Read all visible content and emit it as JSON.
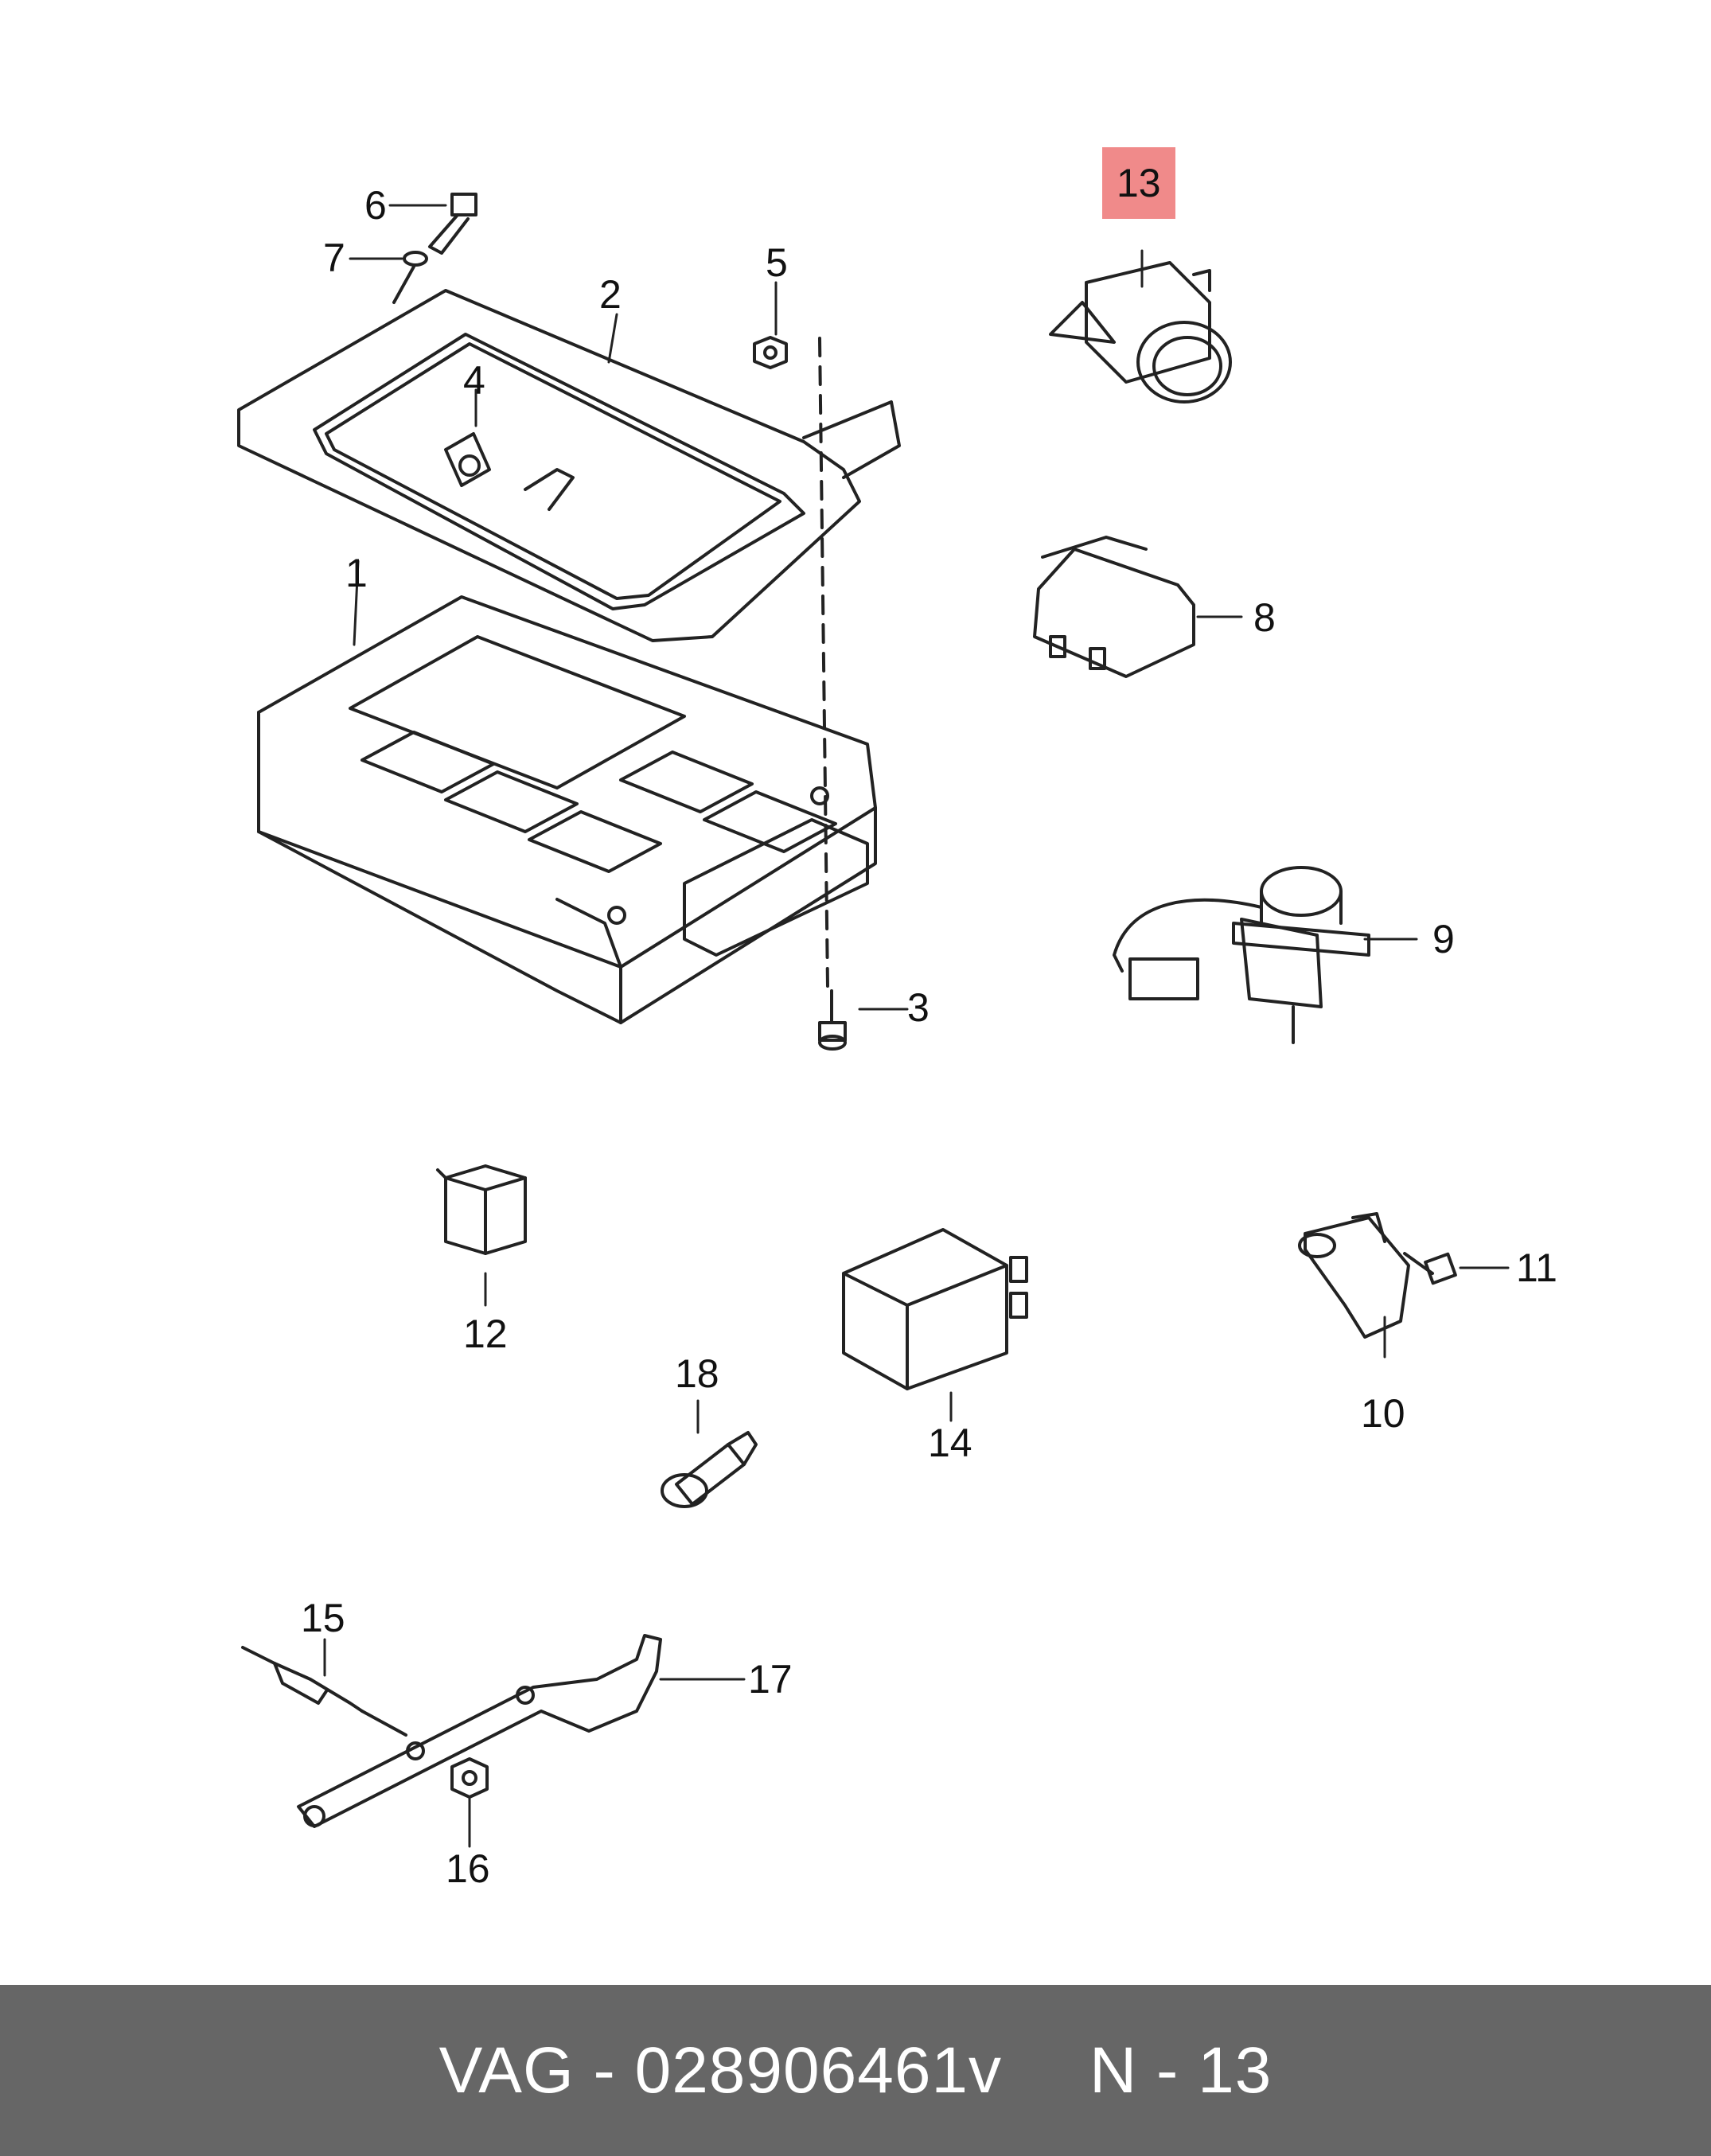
{
  "diagram": {
    "highlight_color": "#f08a8a",
    "highlighted_callout": "13",
    "callouts": {
      "c1": "1",
      "c2": "2",
      "c3": "3",
      "c4": "4",
      "c5": "5",
      "c6": "6",
      "c7": "7",
      "c8": "8",
      "c9": "9",
      "c10": "10",
      "c11": "11",
      "c12": "12",
      "c13": "13",
      "c14": "14",
      "c15": "15",
      "c16": "16",
      "c17": "17",
      "c18": "18"
    }
  },
  "footer": {
    "background": "#666666",
    "part_label": "VAG - 028906461v",
    "diagram_ref": "N - 13"
  }
}
